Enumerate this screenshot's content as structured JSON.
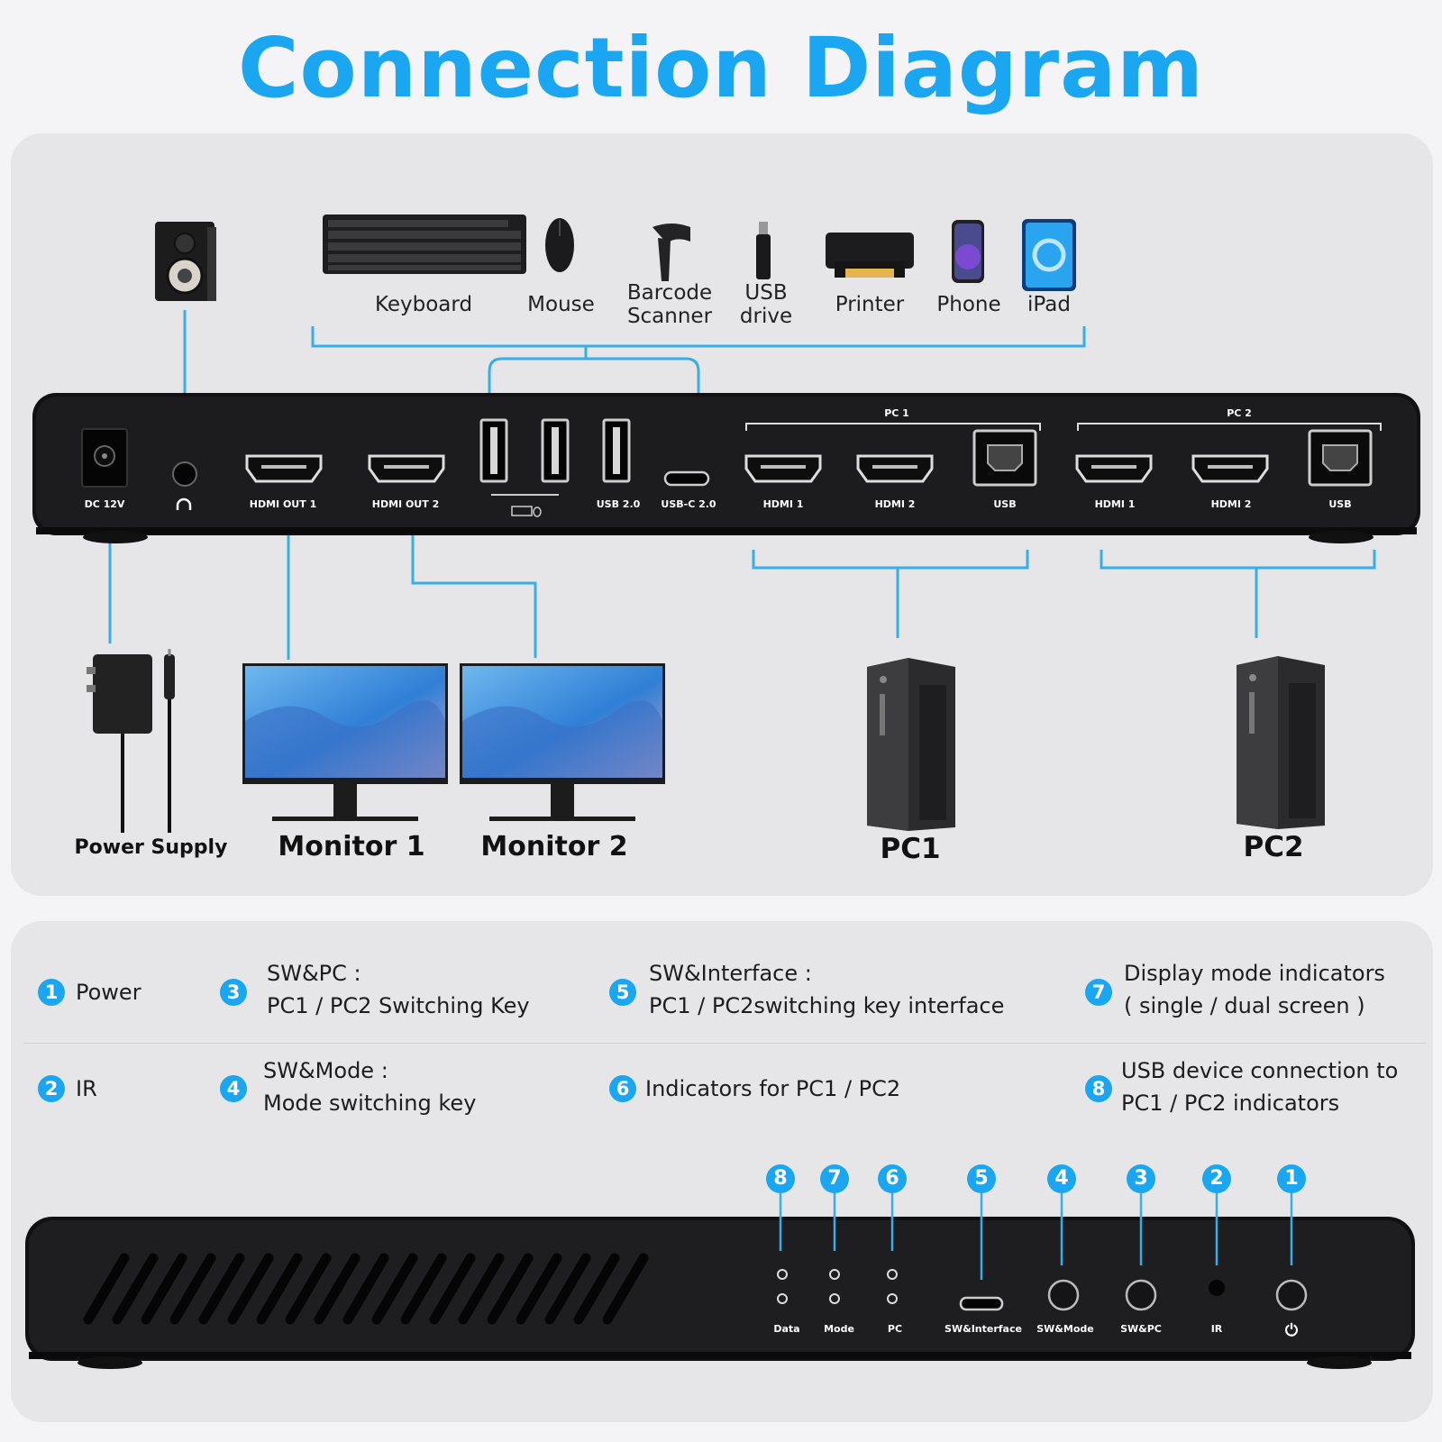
{
  "title": "Connection Diagram",
  "peripherals": [
    {
      "name": "Keyboard",
      "icon": "keyboard-icon"
    },
    {
      "name": "Mouse",
      "icon": "mouse-icon"
    },
    {
      "name": "Barcode\nScanner",
      "icon": "barcode-scanner-icon"
    },
    {
      "name": "USB\ndrive",
      "icon": "usb-drive-icon"
    },
    {
      "name": "Printer",
      "icon": "printer-icon"
    },
    {
      "name": "Phone",
      "icon": "phone-icon"
    },
    {
      "name": "iPad",
      "icon": "ipad-icon"
    }
  ],
  "back_panel": {
    "group_pc1": "PC 1",
    "group_pc2": "PC 2",
    "ports": {
      "dc": "DC 12V",
      "hdmi_out1": "HDMI OUT 1",
      "hdmi_out2": "HDMI OUT 2",
      "usb20": "USB 2.0",
      "usbc20": "USB-C 2.0",
      "pc1_hdmi1": "HDMI 1",
      "pc1_hdmi2": "HDMI 2",
      "pc1_usb": "USB",
      "pc2_hdmi1": "HDMI 1",
      "pc2_hdmi2": "HDMI 2",
      "pc2_usb": "USB"
    }
  },
  "devices": {
    "power": "Power Supply",
    "monitor1": "Monitor 1",
    "monitor2": "Monitor 2",
    "pc1": "PC1",
    "pc2": "PC2"
  },
  "legend": [
    {
      "num": "1",
      "text": "Power"
    },
    {
      "num": "2",
      "text": "IR"
    },
    {
      "num": "3",
      "line1": "SW&PC :",
      "line2": "PC1 / PC2 Switching Key"
    },
    {
      "num": "4",
      "line1": "SW&Mode :",
      "line2": "Mode switching key"
    },
    {
      "num": "5",
      "line1": "SW&Interface :",
      "line2": "PC1 / PC2switching key interface"
    },
    {
      "num": "6",
      "text": "Indicators for PC1 / PC2"
    },
    {
      "num": "7",
      "line1": "Display mode indicators",
      "line2": "( single / dual screen )"
    },
    {
      "num": "8",
      "line1": "USB device connection to",
      "line2": "PC1 / PC2 indicators"
    }
  ],
  "front_panel": {
    "data": "Data",
    "mode": "Mode",
    "pc": "PC",
    "sw_interface": "SW&Interface",
    "sw_mode": "SW&Mode",
    "sw_pc": "SW&PC",
    "ir": "IR",
    "power_symbol": "⏻"
  },
  "colors": {
    "accent": "#1aa6f0",
    "device": "#2a2a2c"
  }
}
